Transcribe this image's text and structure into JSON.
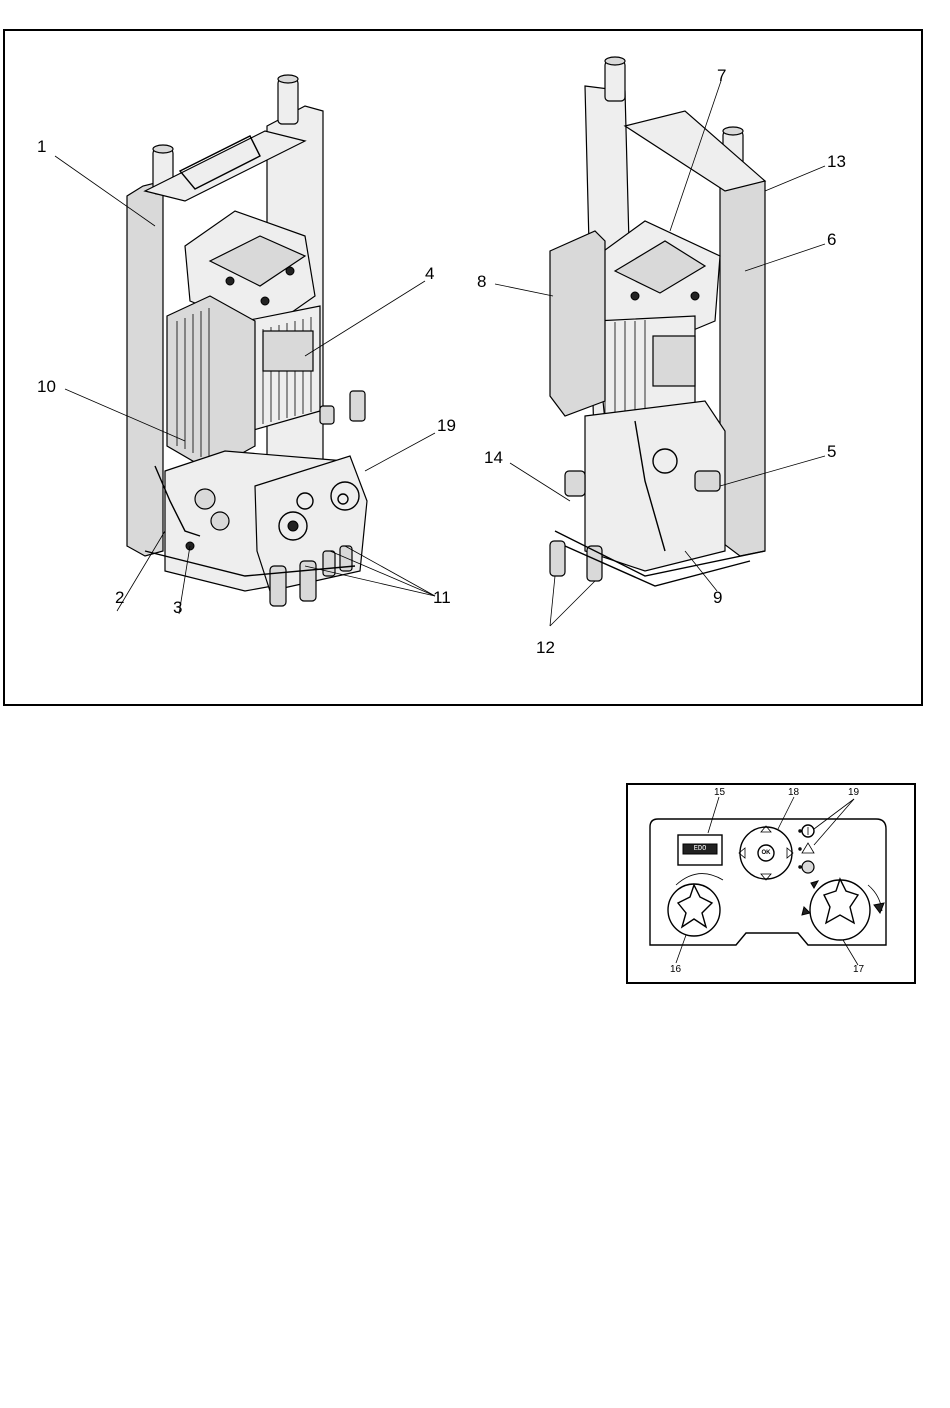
{
  "figure": {
    "callouts": {
      "c1": "1",
      "c2": "2",
      "c3": "3",
      "c4": "4",
      "c5": "5",
      "c6": "6",
      "c7": "7",
      "c8": "8",
      "c9": "9",
      "c10": "10",
      "c11": "11",
      "c12": "12",
      "c13": "13",
      "c14": "14",
      "c19": "19"
    }
  },
  "panel": {
    "callouts": {
      "c15": "15",
      "c16": "16",
      "c17": "17",
      "c18": "18",
      "c19": "19"
    },
    "display_text": "EDO",
    "ok_label": "OK"
  }
}
